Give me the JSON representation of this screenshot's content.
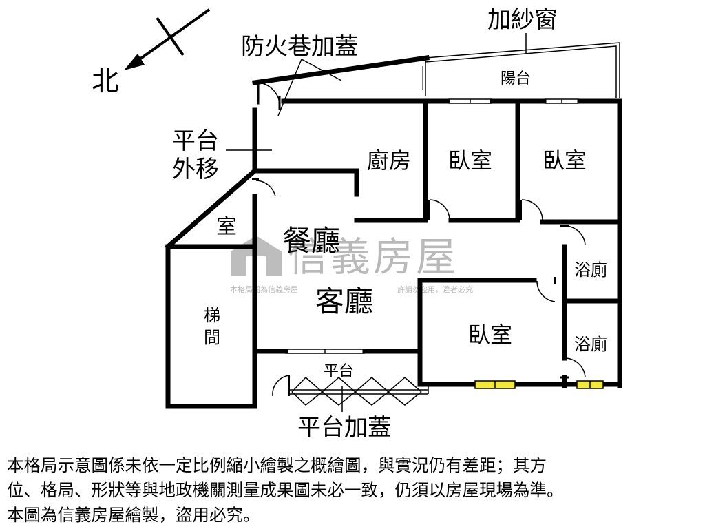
{
  "compass": {
    "north_label": "北"
  },
  "rooms": {
    "balcony": "陽台",
    "kitchen": "廚房",
    "bedroom_top_middle": "臥室",
    "bedroom_top_right": "臥室",
    "dining": "餐廳",
    "living": "客廳",
    "bath_upper": "浴廁",
    "bath_lower": "浴廁",
    "bedroom_bottom": "臥室",
    "small_room": "室",
    "stairwell_line1": "梯",
    "stairwell_line2": "間",
    "terrace": "平台"
  },
  "annotations": {
    "screen_window": "加紗窗",
    "fire_lane_cover": "防火巷加蓋",
    "terrace_shift_line1": "平台",
    "terrace_shift_line2": "外移",
    "terrace_cover": "平台加蓋"
  },
  "watermark": {
    "brand": "信義房屋",
    "notice_left": "本格局圖為信義房屋",
    "notice_right": "許請勿盜用，違者必究"
  },
  "disclaimer": {
    "line1": "本格局示意圖係未依一定比例縮小繪製之概繪圖，與實況仍有差距；其方",
    "line2": "位、格局、形狀等與地政機關測量成果圖未必一致，仍須以房屋現場為準。",
    "line3": "本圖為信義房屋繪製，盜用必究。"
  },
  "colors": {
    "wall": "#000000",
    "window_fill": "#f2e93a",
    "watermark": "#b9b9b9"
  }
}
